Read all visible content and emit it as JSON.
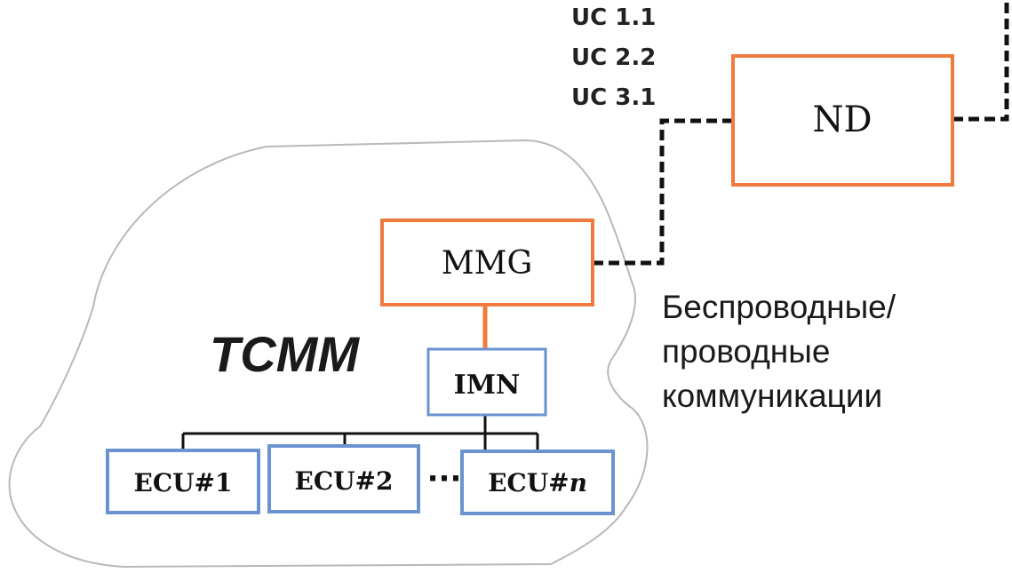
{
  "diagram": {
    "title": "TCMM",
    "uc_labels": [
      "UC 1.1",
      "UC 2.2",
      "UC 3.1"
    ],
    "nodes": {
      "nd": "ND",
      "mmg": "MMG",
      "imn": "IMN",
      "ecu1": "ECU#1",
      "ecu2": "ECU#2",
      "ecun_base": "ECU#",
      "ecun_suffix": "n",
      "ellipsis": "···"
    },
    "comm_label_lines": [
      "Беспроводные/",
      "проводные",
      "коммуникации"
    ],
    "colors": {
      "orange_box": "#f07a3e",
      "blue_box": "#6a93cf",
      "outline": "#b8b8b8",
      "line": "#111111"
    }
  }
}
